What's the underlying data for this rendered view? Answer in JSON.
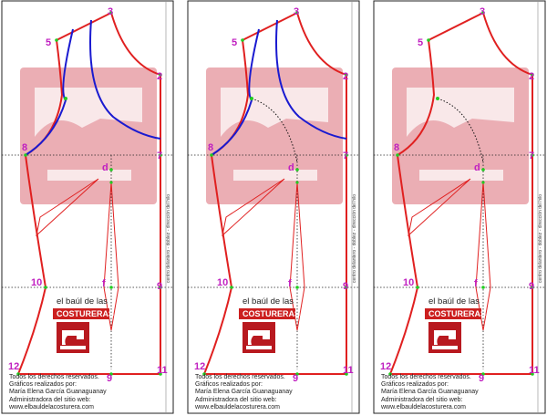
{
  "panels": [
    {
      "id": "panel-1",
      "curves": "both",
      "labels": {
        "p3": "3",
        "p5": "5",
        "p2": "2",
        "p8": "8",
        "p7": "7",
        "pd": "d",
        "p10": "10",
        "p9a": "9",
        "pf": "f",
        "p12": "12",
        "p9b": "9",
        "p11": "11"
      }
    },
    {
      "id": "panel-2",
      "curves": "both-dotted",
      "labels": {
        "p3": "3",
        "p5": "5",
        "p2": "2",
        "p8": "8",
        "p7": "7",
        "pd": "d",
        "p10": "10",
        "p9a": "9",
        "pf": "f",
        "p12": "12",
        "p9b": "9",
        "p11": "11"
      }
    },
    {
      "id": "panel-3",
      "curves": "dotted-only",
      "labels": {
        "p3": "3",
        "p5": "5",
        "p2": "2",
        "p8": "8",
        "p7": "7",
        "pd": "d",
        "p10": "10",
        "p9a": "9",
        "pf": "f",
        "p12": "12",
        "p9b": "9",
        "p11": "11"
      }
    }
  ],
  "fold_text": "centro delantero - doblez - dirección del hilo",
  "brand": {
    "line1": "el baúl de las",
    "line2": "COSTURERAS"
  },
  "credits": [
    "Todos los derechos reservados.",
    "Gráficos realizados por:",
    "María Elena García Guanaguanay",
    "Administradora del sitio web:",
    "www.elbauldelacosturera.com"
  ],
  "colors": {
    "pattern_line": "#e02020",
    "curve": "#1a1ad0",
    "watermark": "#e8a0a8",
    "point": "#22cc22",
    "label": "#c020c0"
  },
  "icons": [
    "sewing-machine-icon"
  ]
}
